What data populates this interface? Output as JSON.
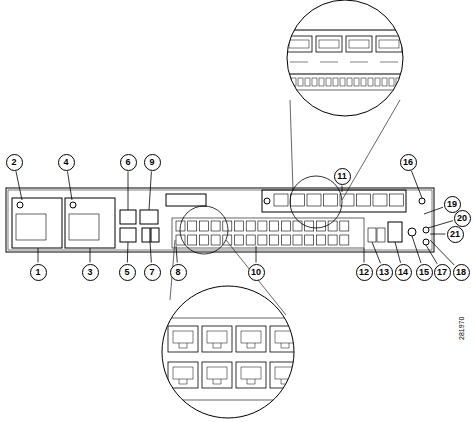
{
  "diagram": {
    "labels": [
      "1",
      "2",
      "3",
      "4",
      "5",
      "6",
      "7",
      "8",
      "9",
      "10",
      "11",
      "12",
      "13",
      "14",
      "15",
      "16",
      "17",
      "18",
      "19",
      "20",
      "21",
      "281970"
    ]
  }
}
